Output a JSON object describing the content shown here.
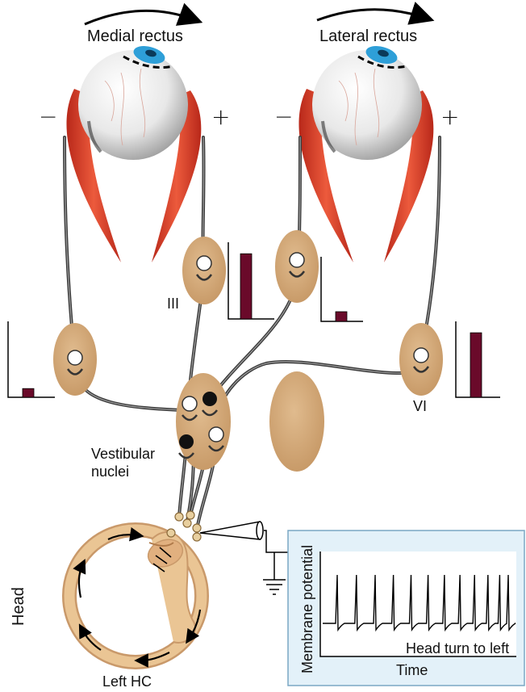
{
  "labels": {
    "medial_rectus": "Medial rectus",
    "lateral_rectus": "Lateral rectus",
    "nucleus_III": "III",
    "nucleus_VI": "VI",
    "vestibular_nuclei_line1": "Vestibular",
    "vestibular_nuclei_line2": "nuclei",
    "head": "Head",
    "left_hc": "Left HC",
    "minus": "−",
    "plus": "+"
  },
  "recording": {
    "ylabel": "Membrane potential",
    "xlabel": "Time",
    "annotation": "Head turn to left",
    "spike_count": 12
  },
  "activity_bars": {
    "left_motoneuron": 0.12,
    "III_motoneuron": 0.85,
    "lateral_interneuron": 0.15,
    "VI_motoneuron": 0.85
  },
  "colors": {
    "muscle": "#e0472e",
    "nucleus": "#d2a878",
    "bar": "#6a0a2a",
    "panel_bg": "#e3f1f9",
    "canal": "#e7bf8c",
    "iris": "#2e9fd8"
  }
}
